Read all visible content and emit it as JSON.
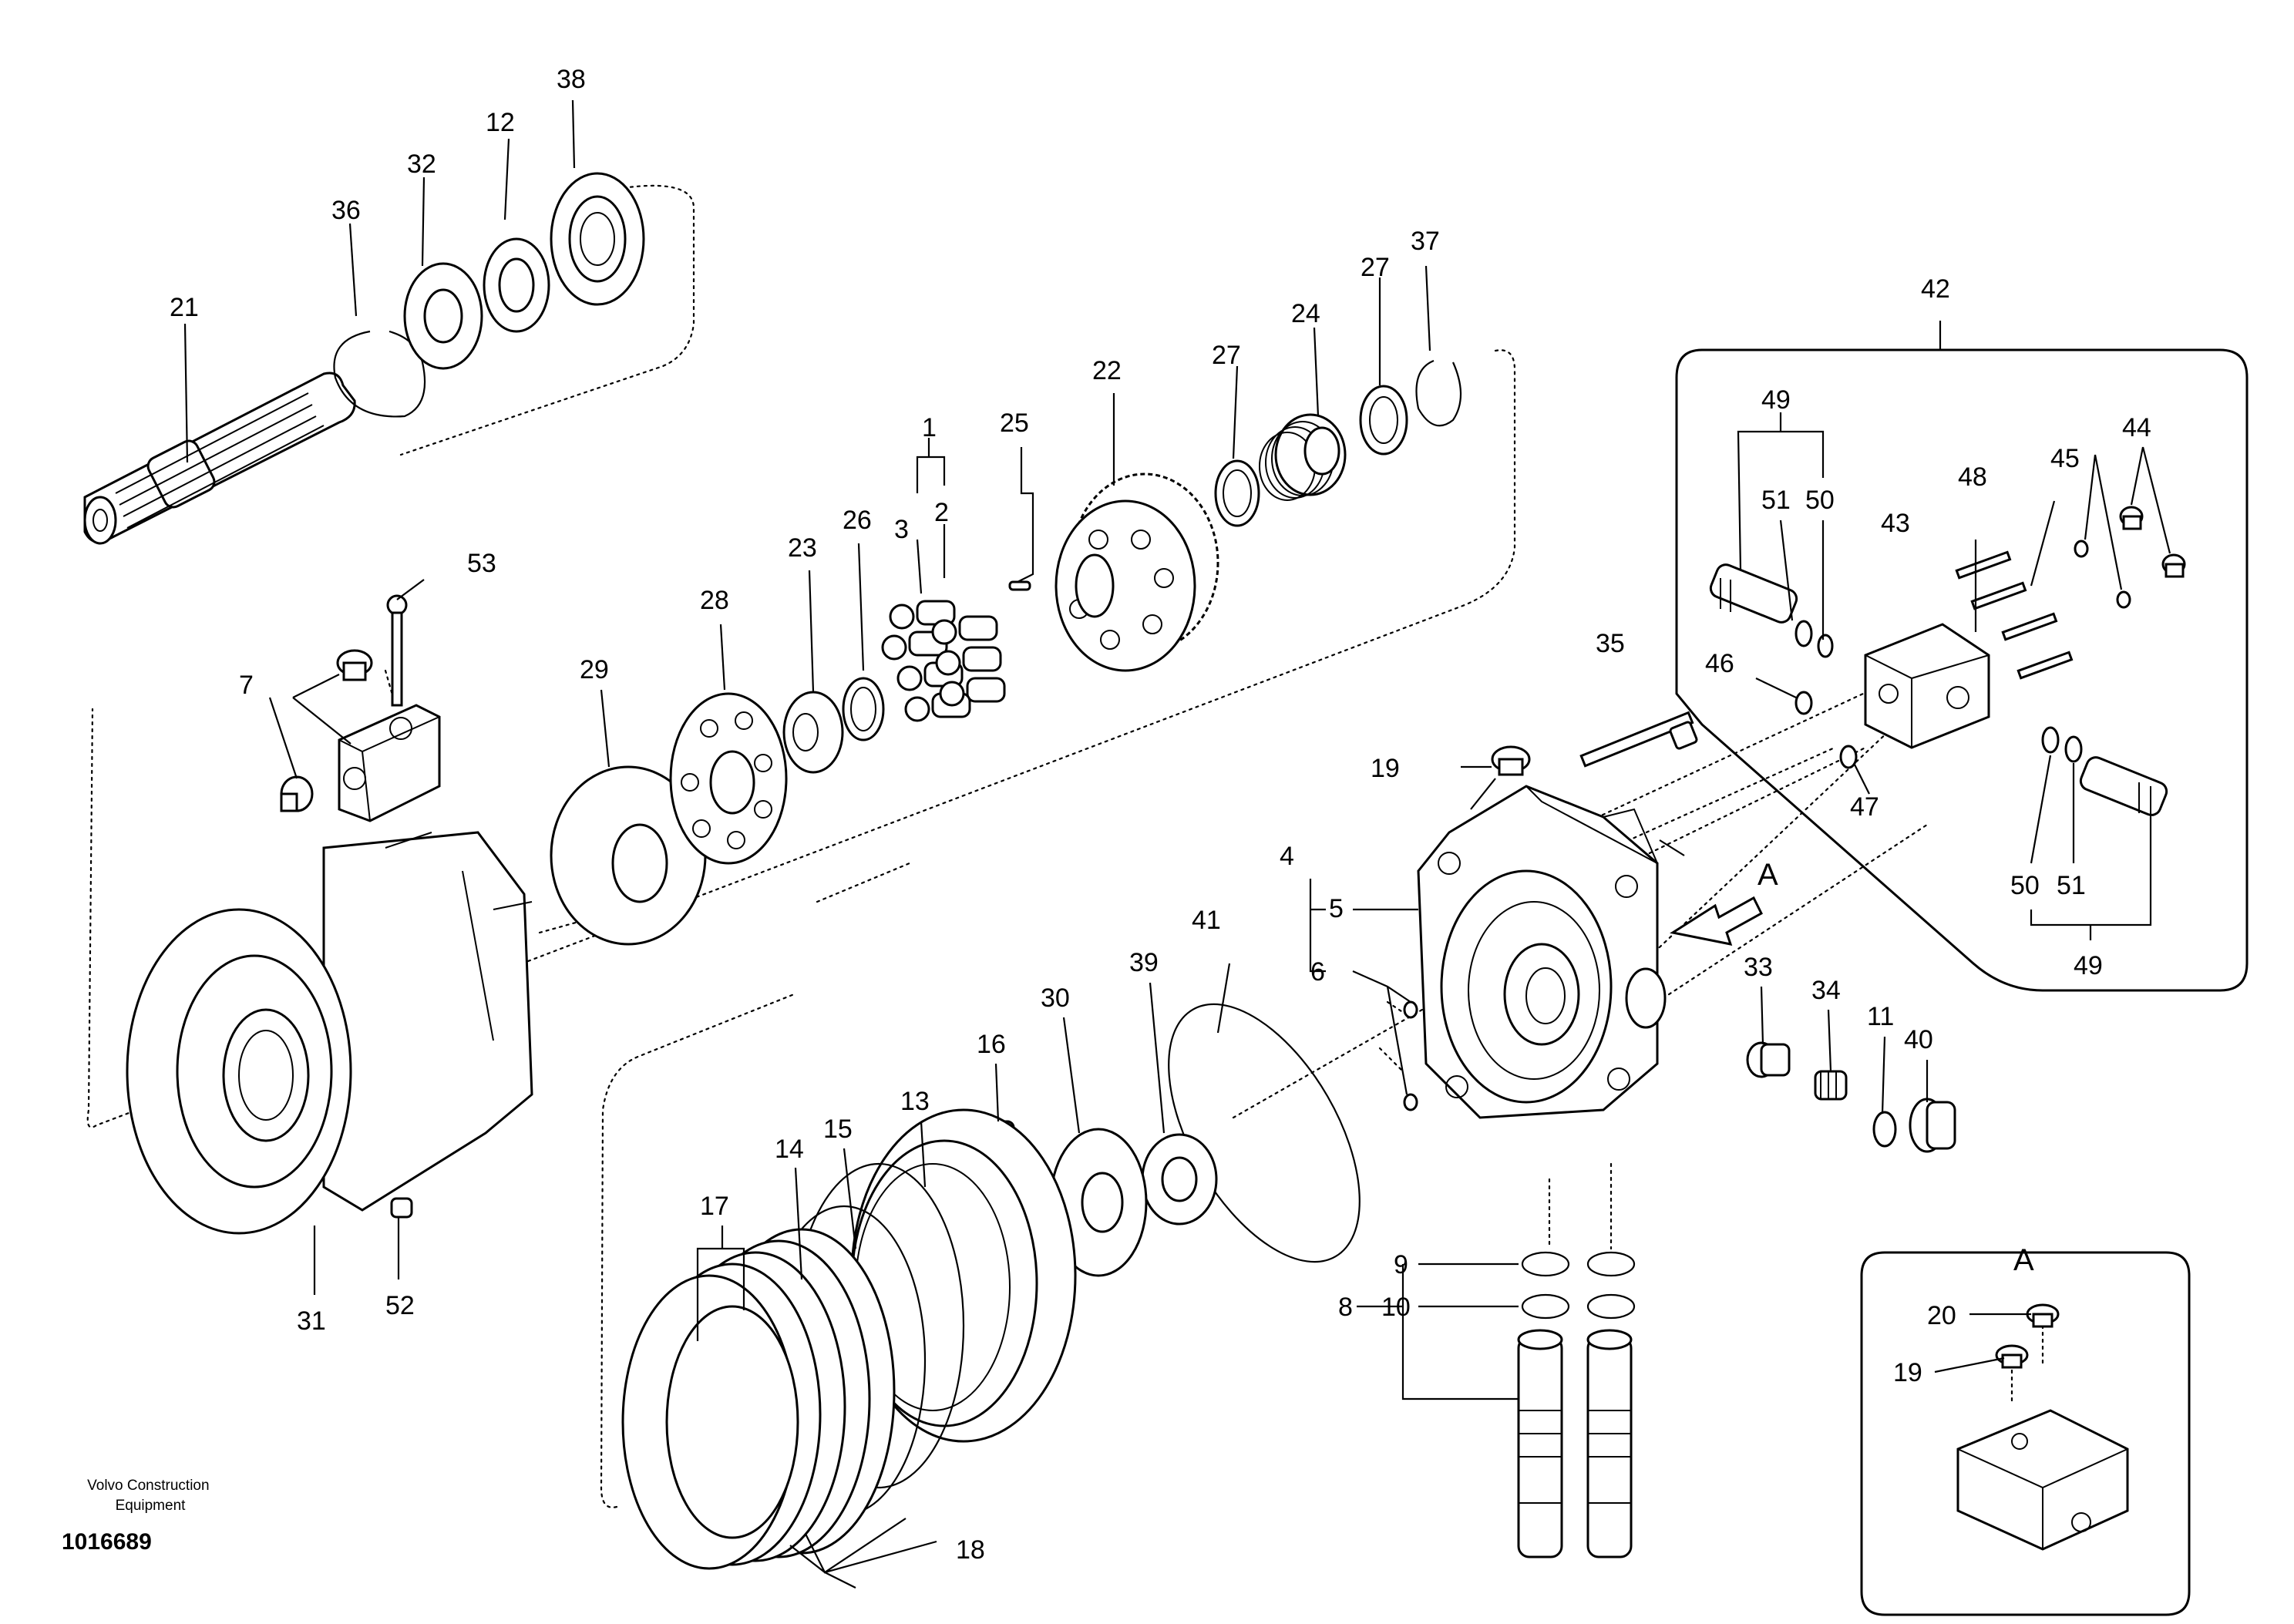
{
  "document": {
    "publisher": "Volvo Construction Equipment",
    "drawing_number": "1016689"
  },
  "detail_view": {
    "label": "A"
  },
  "section_arrow": {
    "label": "A"
  },
  "item_numbers": {
    "n1": "1",
    "n2": "2",
    "n3": "3",
    "n4": "4",
    "n5": "5",
    "n6": "6",
    "n7": "7",
    "n8": "8",
    "n9": "9",
    "n10": "10",
    "n11": "11",
    "n12": "12",
    "n13": "13",
    "n14": "14",
    "n15": "15",
    "n16": "16",
    "n17": "17",
    "n18": "18",
    "n19": "19",
    "n19_detail": "19",
    "n20": "20",
    "n21": "21",
    "n22": "22",
    "n23": "23",
    "n24": "24",
    "n25": "25",
    "n26": "26",
    "n27a": "27",
    "n27b": "27",
    "n28": "28",
    "n29": "29",
    "n30": "30",
    "n31": "31",
    "n32": "32",
    "n33": "33",
    "n34": "34",
    "n35": "35",
    "n36": "36",
    "n37": "37",
    "n38": "38",
    "n39": "39",
    "n40": "40",
    "n41": "41",
    "n42": "42",
    "n43": "43",
    "n44": "44",
    "n45": "45",
    "n46": "46",
    "n47": "47",
    "n48": "48",
    "n49_top": "49",
    "n49_bottom": "49",
    "n50_top": "50",
    "n50_bottom": "50",
    "n51_top": "51",
    "n51_bottom": "51",
    "n52": "52",
    "n53": "53"
  }
}
